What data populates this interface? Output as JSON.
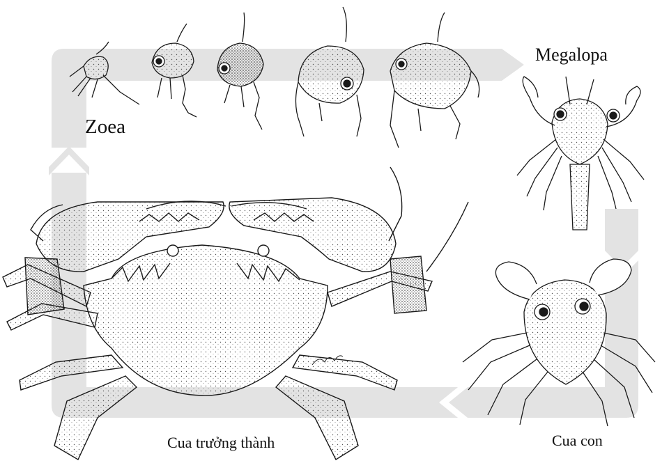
{
  "labels": {
    "zoea": "Zoea",
    "megalopa": "Megalopa",
    "adult": "Cua trưởng thành",
    "juvenile": "Cua con"
  },
  "colors": {
    "cycle_arrow": "#e3e3e3",
    "ink": "#1a1a1a",
    "paper": "#ffffff"
  },
  "stages": [
    "zoea",
    "megalopa",
    "juvenile",
    "adult"
  ],
  "zoea_larvae_count": 5
}
